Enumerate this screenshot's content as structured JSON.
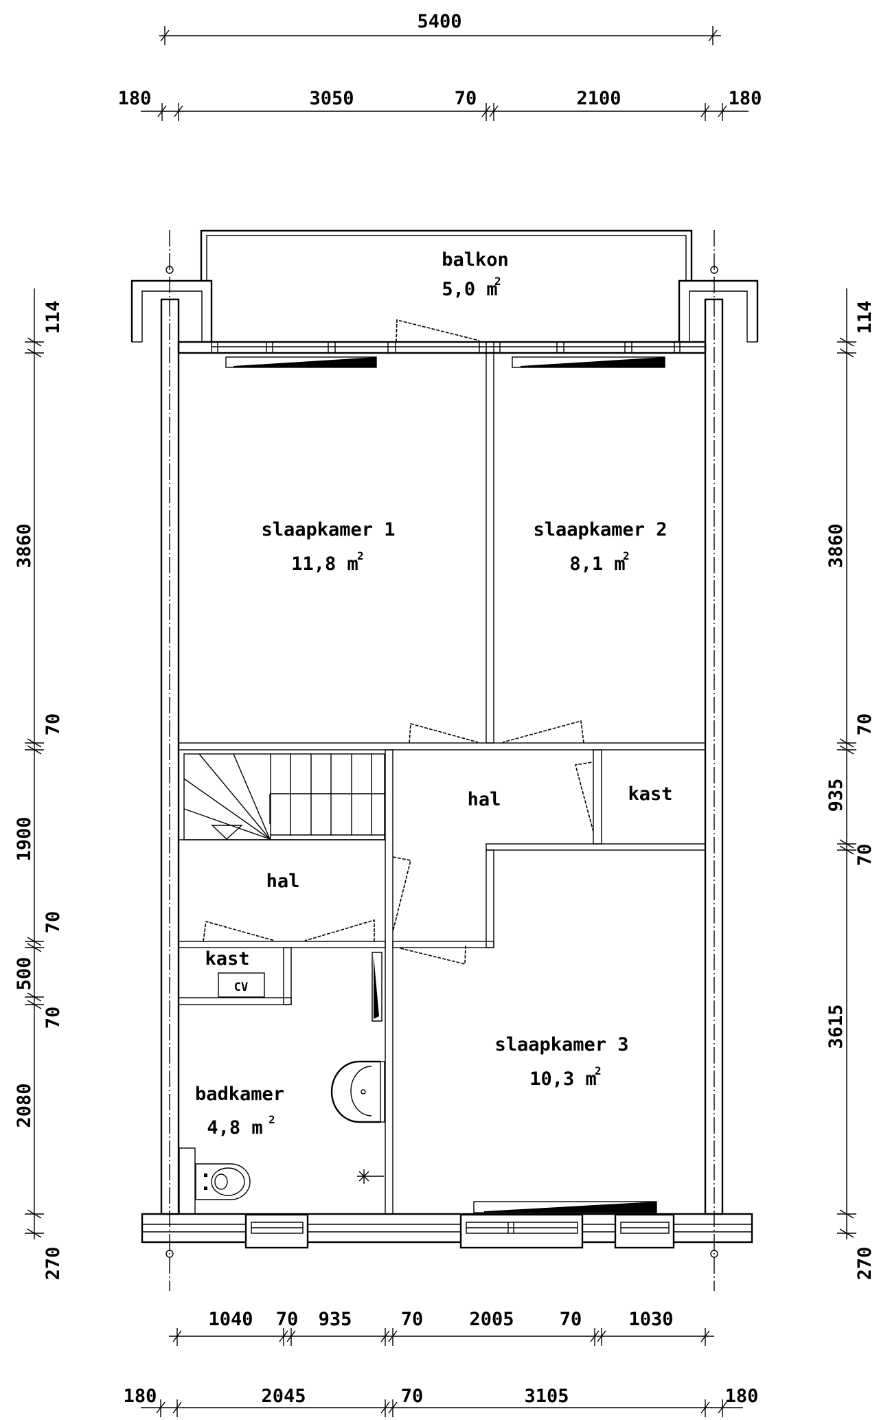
{
  "drawing": {
    "type": "floor plan (verdieping)",
    "units": "mm"
  },
  "rooms": {
    "balkon": {
      "name": "balkon",
      "area": "5,0 m",
      "sup": "2"
    },
    "slaapkamer1": {
      "name": "slaapkamer 1",
      "area": "11,8 m",
      "sup": "2"
    },
    "slaapkamer2": {
      "name": "slaapkamer 2",
      "area": "8,1 m",
      "sup": "2"
    },
    "slaapkamer3": {
      "name": "slaapkamer 3",
      "area": "10,3 m",
      "sup": "2"
    },
    "badkamer": {
      "name": "badkamer",
      "area": "4,8 m",
      "sup": "2"
    },
    "hal_upper": {
      "name": "hal"
    },
    "hal_lower": {
      "name": "hal"
    },
    "kast_right": {
      "name": "kast"
    },
    "kast_left": {
      "name": "kast"
    },
    "cv": {
      "name": "CV"
    }
  },
  "dimensions": {
    "top_overall": "5400",
    "top_chain": [
      "180",
      "3050",
      "70",
      "2100",
      "180"
    ],
    "bottom_chain_1": [
      "1040",
      "70",
      "935",
      "70",
      "2005",
      "70",
      "1030"
    ],
    "bottom_chain_2": [
      "180",
      "2045",
      "70",
      "3105",
      "180"
    ],
    "left_chain": [
      "114",
      "3860",
      "70",
      "1900",
      "70",
      "500",
      "70",
      "2080",
      "270"
    ],
    "right_chain": [
      "114",
      "3860",
      "70",
      "935",
      "70",
      "3615",
      "270"
    ]
  }
}
